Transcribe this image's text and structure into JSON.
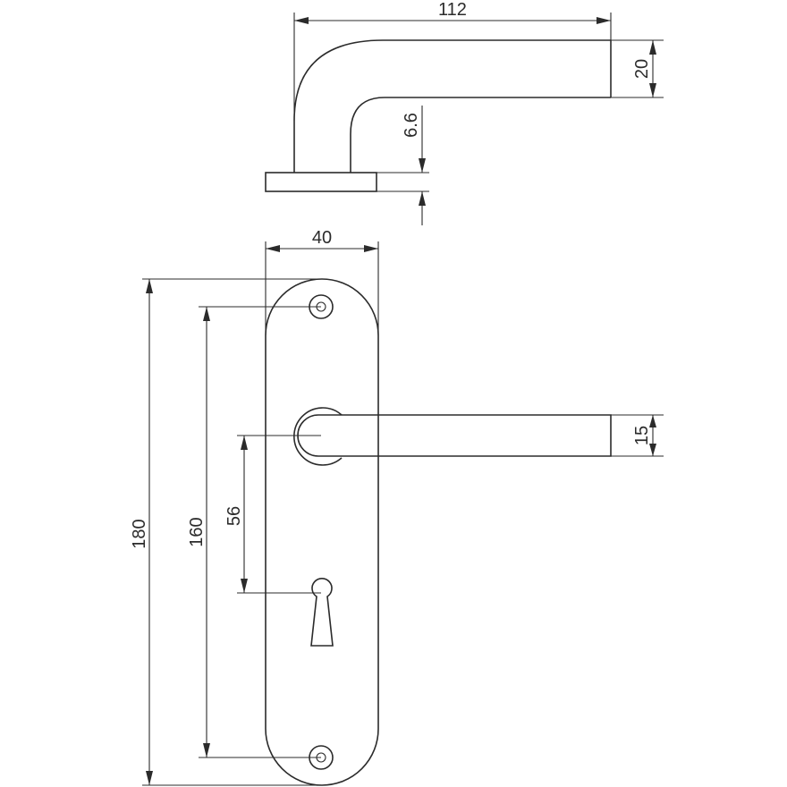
{
  "dimensions": {
    "handle_length": "112",
    "handle_height": "20",
    "rose_offset": "6.6",
    "plate_width": "40",
    "plate_height": "180",
    "fixing_centres": "160",
    "lever_keyhole_centres": "56",
    "lever_thickness": "15"
  }
}
